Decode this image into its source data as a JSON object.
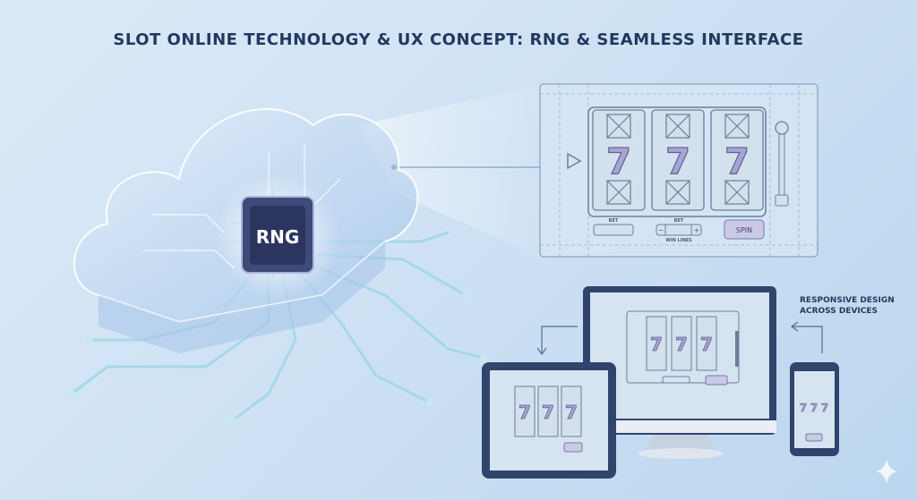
{
  "title": "SLOT ONLINE TECHNOLOGY & UX CONCEPT: RNG & SEAMLESS INTERFACE",
  "chip": {
    "label": "RNG"
  },
  "wireframe": {
    "reel_symbol": "7",
    "bet_label_left": "BET",
    "bet_label_center": "BET",
    "minus": "−",
    "plus": "+",
    "win_lines_label": "WIN LINES",
    "spin_label": "SPIN"
  },
  "caption": {
    "line1": "RESPONSIVE DESIGN",
    "line2": "ACROSS DEVICES"
  },
  "colors": {
    "title": "#1f3a5e",
    "accent": "#a9a3d6",
    "cloud": "#b9d3f0"
  }
}
